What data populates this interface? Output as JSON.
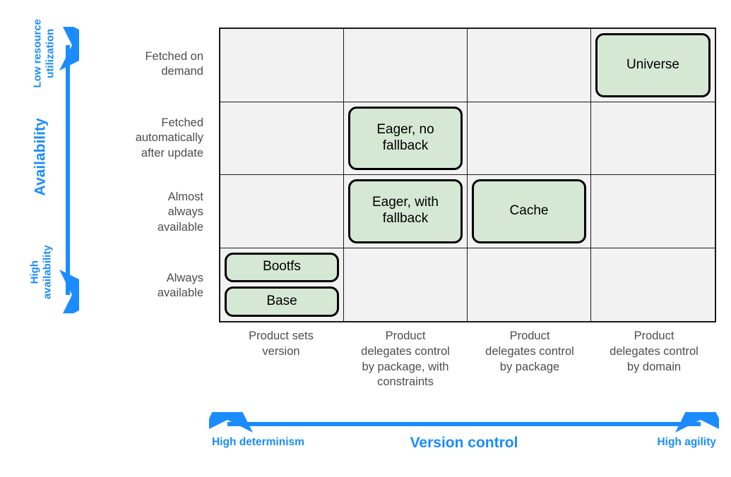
{
  "y_axis": {
    "top_label": "Low resource\nutilization",
    "main_label": "Availability",
    "bottom_label": "High\navailability",
    "color": "#1a8cff",
    "direction": "double-headed-vertical"
  },
  "x_axis": {
    "left_label": "High determinism",
    "main_label": "Version control",
    "right_label": "High agility",
    "color": "#1a8cff",
    "direction": "double-headed-horizontal"
  },
  "rows": [
    {
      "label": "Fetched on\ndemand"
    },
    {
      "label": "Fetched\nautomatically\nafter update"
    },
    {
      "label": "Almost\nalways\navailable"
    },
    {
      "label": "Always\navailable"
    }
  ],
  "columns": [
    {
      "label": "Product sets\nversion"
    },
    {
      "label": "Product\ndelegates control\nby package, with\nconstraints"
    },
    {
      "label": "Product\ndelegates control\nby package"
    },
    {
      "label": "Product\ndelegates control\nby domain"
    }
  ],
  "cells": [
    [
      {
        "nodes": []
      },
      {
        "nodes": []
      },
      {
        "nodes": []
      },
      {
        "nodes": [
          "Universe"
        ]
      }
    ],
    [
      {
        "nodes": []
      },
      {
        "nodes": [
          "Eager, no\nfallback"
        ]
      },
      {
        "nodes": []
      },
      {
        "nodes": []
      }
    ],
    [
      {
        "nodes": []
      },
      {
        "nodes": [
          "Eager, with\nfallback"
        ]
      },
      {
        "nodes": [
          "Cache"
        ]
      },
      {
        "nodes": []
      }
    ],
    [
      {
        "nodes": [
          "Bootfs",
          "Base"
        ]
      },
      {
        "nodes": []
      },
      {
        "nodes": []
      },
      {
        "nodes": []
      }
    ]
  ],
  "style": {
    "node_fill": "#d5e8d4",
    "node_stroke": "#000000",
    "grid_fill": "#f2f2f2",
    "grid_stroke": "#1a1a1a",
    "label_color": "#4d4d4d"
  }
}
